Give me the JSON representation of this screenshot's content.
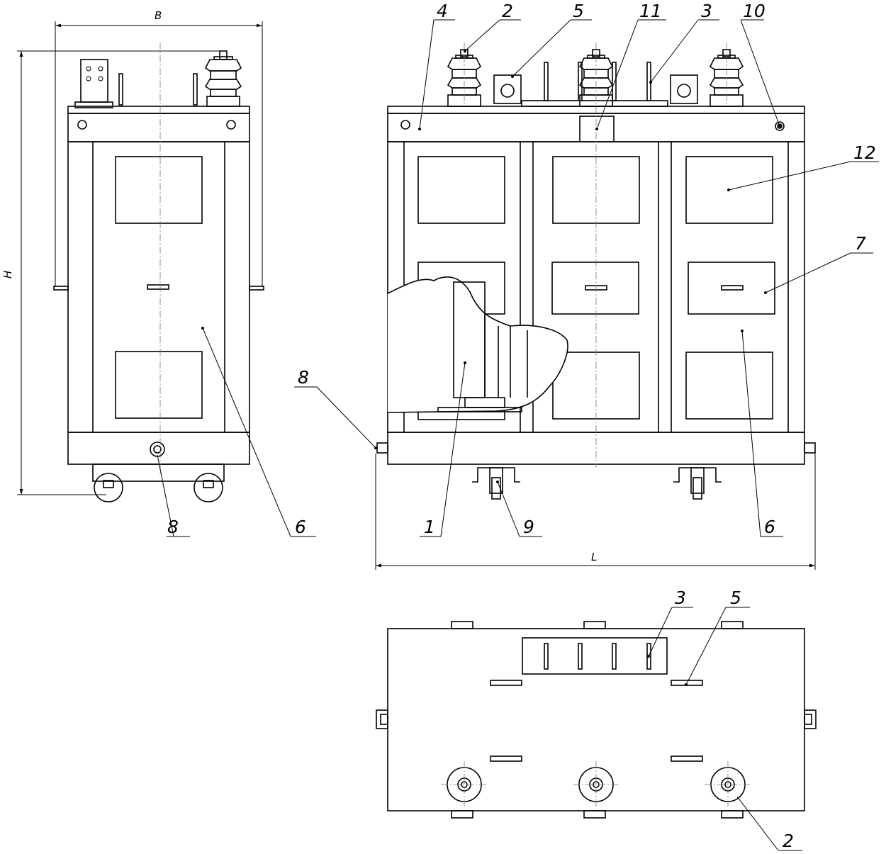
{
  "dimensions": {
    "width": "B",
    "height": "H",
    "length": "L"
  },
  "side_view": {
    "labels": {
      "terminal_drain": "8",
      "panel": "6"
    }
  },
  "front_view": {
    "labels": {
      "core": "1",
      "bushing": "2",
      "lug": "3",
      "frame": "4",
      "bracket": "5",
      "panel": "6",
      "cover": "7",
      "terminal": "8",
      "wheel": "9",
      "bolt": "10",
      "plate": "11",
      "grille": "12"
    }
  },
  "top_view": {
    "labels": {
      "lug": "3",
      "bracket": "5",
      "bushing": "2"
    }
  }
}
